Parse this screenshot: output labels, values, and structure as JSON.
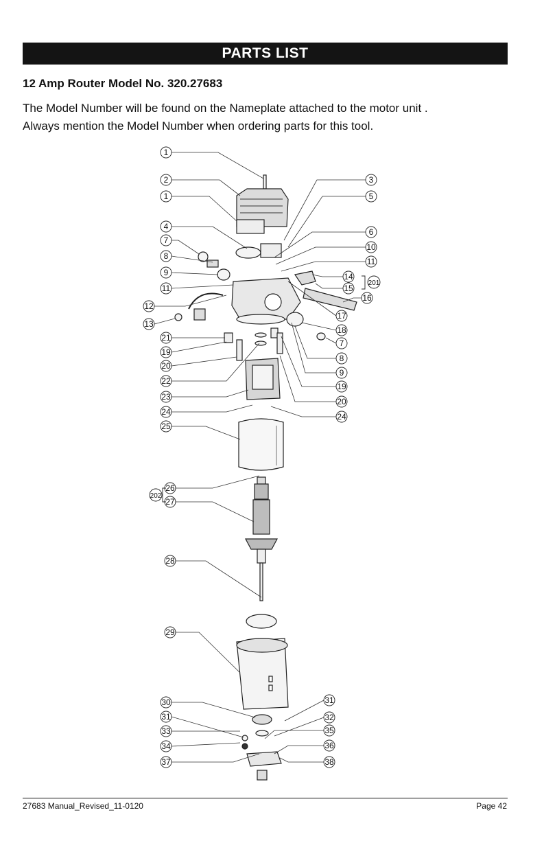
{
  "header": {
    "banner": "PARTS LIST",
    "title": "12 Amp Router Model No. 320.27683",
    "intro_lines": [
      "The Model Number will be found on the Nameplate attached to the motor unit .",
      "Always mention the Model Number when ordering parts for this tool."
    ]
  },
  "diagram": {
    "callouts_left": [
      "1",
      "2",
      "1",
      "4",
      "7",
      "8",
      "9",
      "11",
      "12",
      "13",
      "21",
      "19",
      "20",
      "22",
      "23",
      "24",
      "25",
      "26",
      "27",
      "28",
      "29",
      "30",
      "31",
      "33",
      "34",
      "37"
    ],
    "callouts_right": [
      "3",
      "5",
      "6",
      "10",
      "11",
      "14",
      "15",
      "16",
      "17",
      "18",
      "7",
      "8",
      "9",
      "19",
      "20",
      "24",
      "31",
      "32",
      "35",
      "36",
      "38"
    ],
    "group_labels": [
      "201",
      "202"
    ]
  },
  "footer": {
    "left": "27683 Manual_Revised_11-0120",
    "right": "Page 42"
  }
}
